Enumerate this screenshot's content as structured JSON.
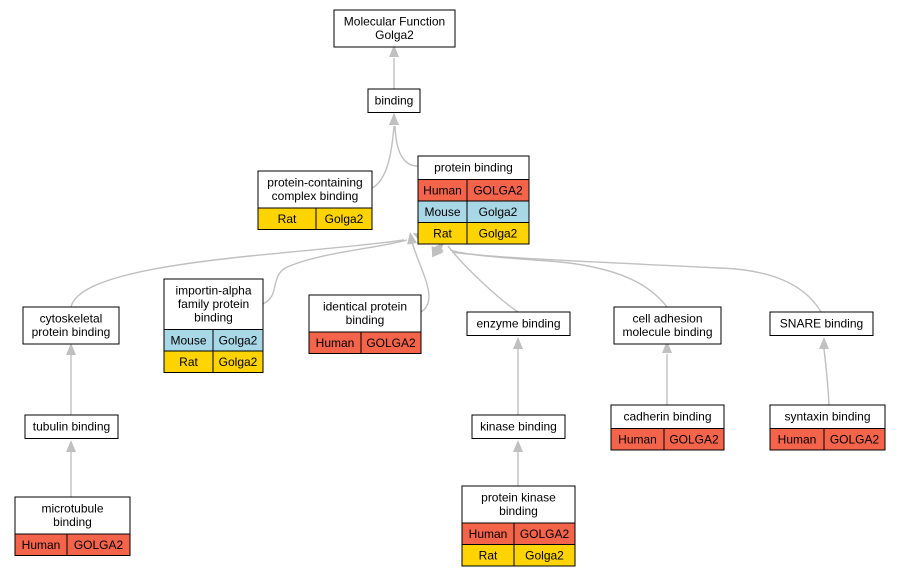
{
  "colors": {
    "Human": "#f4644b",
    "Mouse": "#a8d8e6",
    "Rat": "#fed400",
    "edge": "#c0c0c0"
  },
  "nodes": [
    {
      "id": "mf",
      "lines": [
        "Molecular Function",
        "Golga2"
      ],
      "rows": []
    },
    {
      "id": "bind",
      "lines": [
        "binding"
      ],
      "rows": []
    },
    {
      "id": "pcc",
      "lines": [
        "protein-containing",
        "complex binding"
      ],
      "rows": [
        {
          "species": "Rat",
          "gene": "Golga2"
        }
      ]
    },
    {
      "id": "pb",
      "lines": [
        "protein binding"
      ],
      "rows": [
        {
          "species": "Human",
          "gene": "GOLGA2"
        },
        {
          "species": "Mouse",
          "gene": "Golga2"
        },
        {
          "species": "Rat",
          "gene": "Golga2"
        }
      ]
    },
    {
      "id": "cyto",
      "lines": [
        "cytoskeletal",
        "protein binding"
      ],
      "rows": []
    },
    {
      "id": "imp",
      "lines": [
        "importin-alpha",
        "family protein",
        "binding"
      ],
      "rows": [
        {
          "species": "Mouse",
          "gene": "Golga2"
        },
        {
          "species": "Rat",
          "gene": "Golga2"
        }
      ]
    },
    {
      "id": "ident",
      "lines": [
        "identical protein",
        "binding"
      ],
      "rows": [
        {
          "species": "Human",
          "gene": "GOLGA2"
        }
      ]
    },
    {
      "id": "enz",
      "lines": [
        "enzyme binding"
      ],
      "rows": []
    },
    {
      "id": "cam",
      "lines": [
        "cell adhesion",
        "molecule binding"
      ],
      "rows": []
    },
    {
      "id": "snare",
      "lines": [
        "SNARE binding"
      ],
      "rows": []
    },
    {
      "id": "tub",
      "lines": [
        "tubulin binding"
      ],
      "rows": []
    },
    {
      "id": "kin",
      "lines": [
        "kinase binding"
      ],
      "rows": []
    },
    {
      "id": "cad",
      "lines": [
        "cadherin binding"
      ],
      "rows": [
        {
          "species": "Human",
          "gene": "GOLGA2"
        }
      ]
    },
    {
      "id": "syn",
      "lines": [
        "syntaxin binding"
      ],
      "rows": [
        {
          "species": "Human",
          "gene": "GOLGA2"
        }
      ]
    },
    {
      "id": "mt",
      "lines": [
        "microtubule",
        "binding"
      ],
      "rows": [
        {
          "species": "Human",
          "gene": "GOLGA2"
        }
      ]
    },
    {
      "id": "pk",
      "lines": [
        "protein kinase",
        "binding"
      ],
      "rows": [
        {
          "species": "Human",
          "gene": "GOLGA2"
        },
        {
          "species": "Rat",
          "gene": "Golga2"
        }
      ]
    }
  ],
  "edges": [
    {
      "from": "bind",
      "to": "mf"
    },
    {
      "from": "pcc",
      "to": "bind"
    },
    {
      "from": "pb",
      "to": "bind"
    },
    {
      "from": "cyto",
      "to": "pb"
    },
    {
      "from": "imp",
      "to": "pb"
    },
    {
      "from": "ident",
      "to": "pb"
    },
    {
      "from": "enz",
      "to": "pb"
    },
    {
      "from": "cam",
      "to": "pb"
    },
    {
      "from": "snare",
      "to": "pb"
    },
    {
      "from": "tub",
      "to": "cyto"
    },
    {
      "from": "mt",
      "to": "tub"
    },
    {
      "from": "kin",
      "to": "enz"
    },
    {
      "from": "pk",
      "to": "kin"
    },
    {
      "from": "cad",
      "to": "cam"
    },
    {
      "from": "syn",
      "to": "snare"
    }
  ]
}
